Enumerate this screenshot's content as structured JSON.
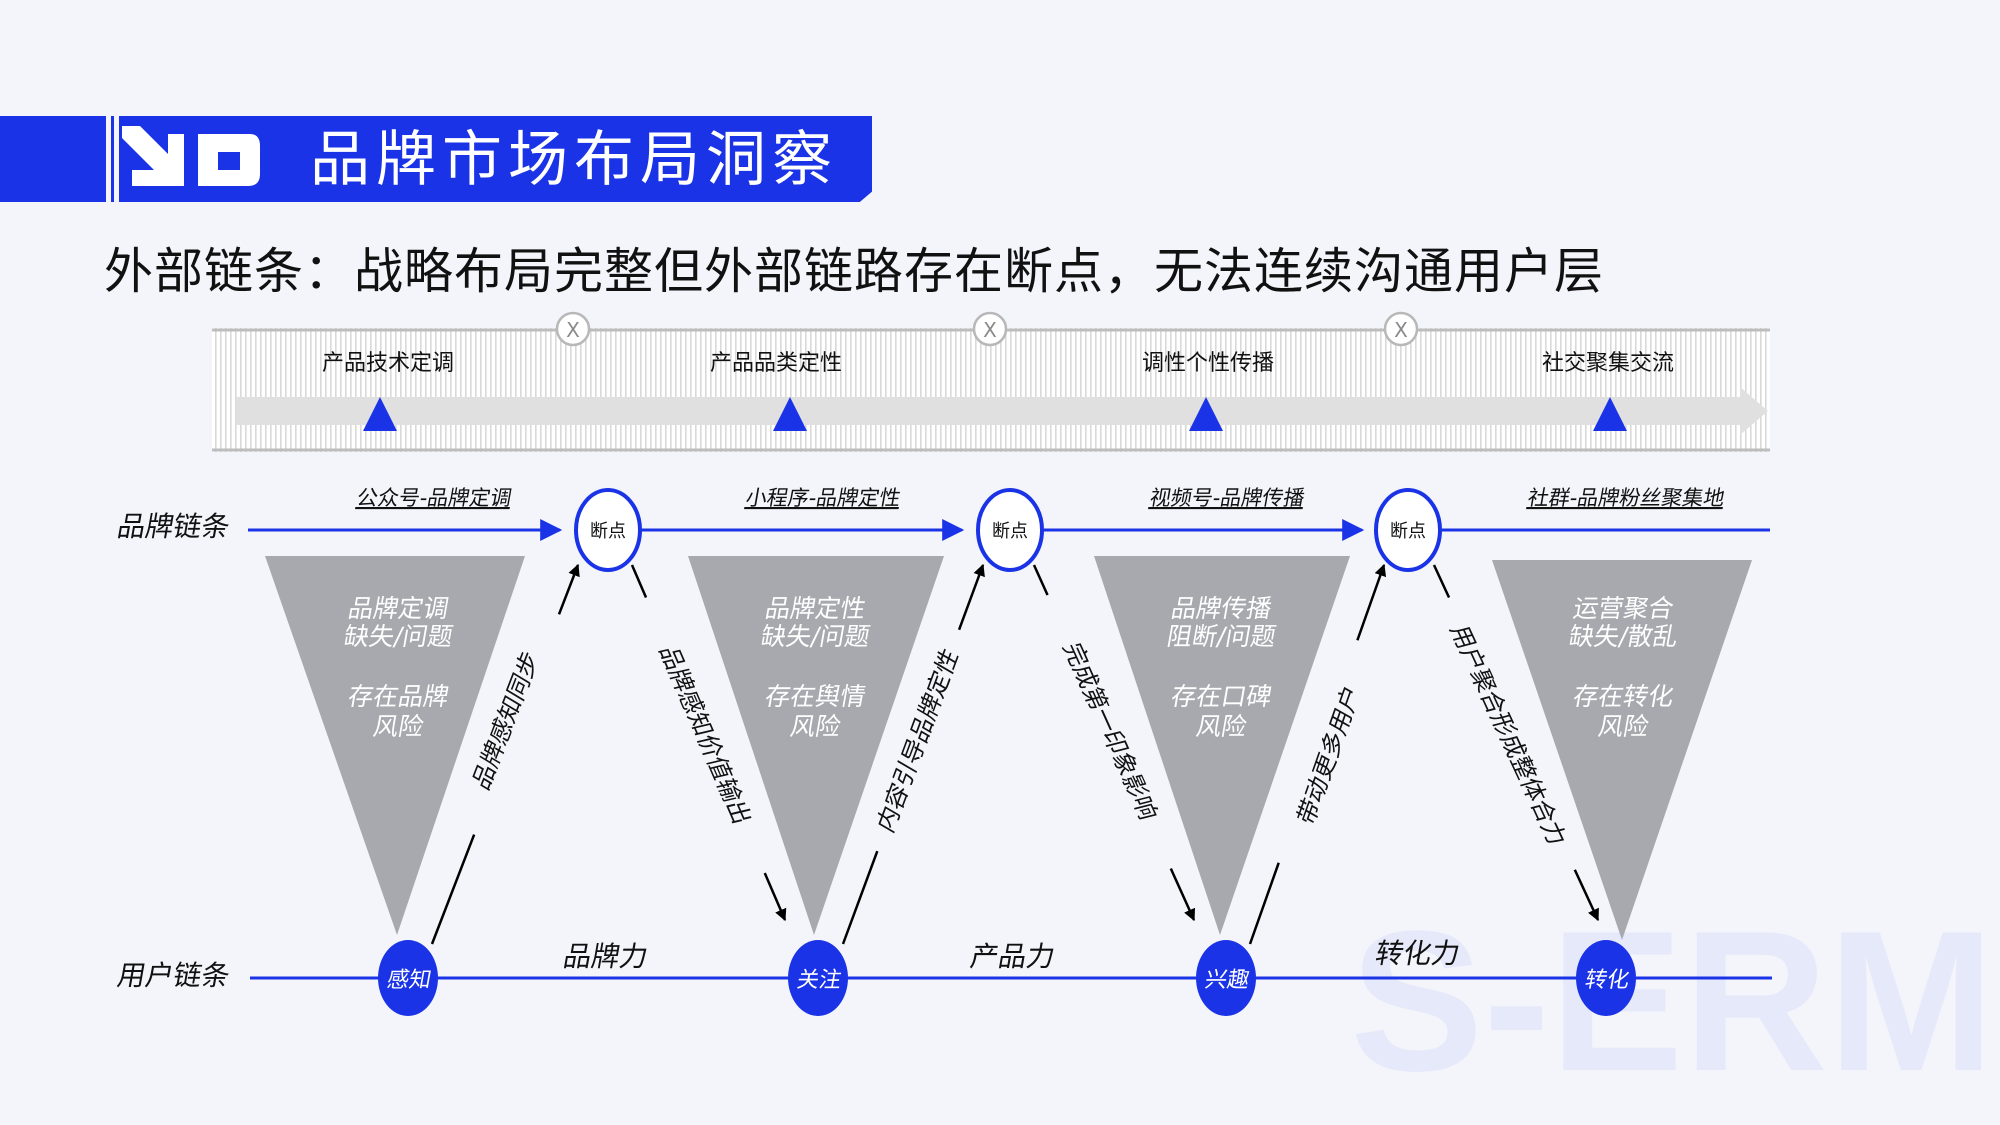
{
  "header": {
    "title": "品牌市场布局洞察",
    "subtitle": "外部链条：战略布局完整但外部链路存在断点，无法连续沟通用户层"
  },
  "theme": {
    "primary": "#1a33e6",
    "funnel": "#a8a9ae",
    "band_fill": "#e0e0e0",
    "background": "#f4f5fb"
  },
  "timeline": {
    "stages": [
      "产品技术定调",
      "产品品类定性",
      "调性个性传播",
      "社交聚集交流"
    ],
    "break_mark": "X"
  },
  "diagram": {
    "brand_chain_label": "品牌链条",
    "user_chain_label": "用户链条",
    "channels": [
      "公众号-品牌定调",
      "小程序-品牌定性",
      "视频号-品牌传播",
      "社群-品牌粉丝聚集地"
    ],
    "break_label": "断点",
    "funnels": [
      {
        "line1": "品牌定调",
        "line2": "缺失/问题",
        "line3": "存在品牌",
        "line4": "风险"
      },
      {
        "line1": "品牌定性",
        "line2": "缺失/问题",
        "line3": "存在舆情",
        "line4": "风险"
      },
      {
        "line1": "品牌传播",
        "line2": "阻断/问题",
        "line3": "存在口碑",
        "line4": "风险"
      },
      {
        "line1": "运营聚合",
        "line2": "缺失/散乱",
        "line3": "存在转化",
        "line4": "风险"
      }
    ],
    "user_nodes": [
      "感知",
      "关注",
      "兴趣",
      "转化"
    ],
    "forces": [
      "品牌力",
      "产品力",
      "转化力"
    ],
    "up_edges": [
      "品牌感知同步",
      "内容引导品牌定性",
      "带动更多用户"
    ],
    "down_edges": [
      "品牌感知价值输出",
      "完成第一印象影响",
      "用户聚合形成整体合力"
    ]
  },
  "watermark": {
    "text": "S-ERM"
  }
}
